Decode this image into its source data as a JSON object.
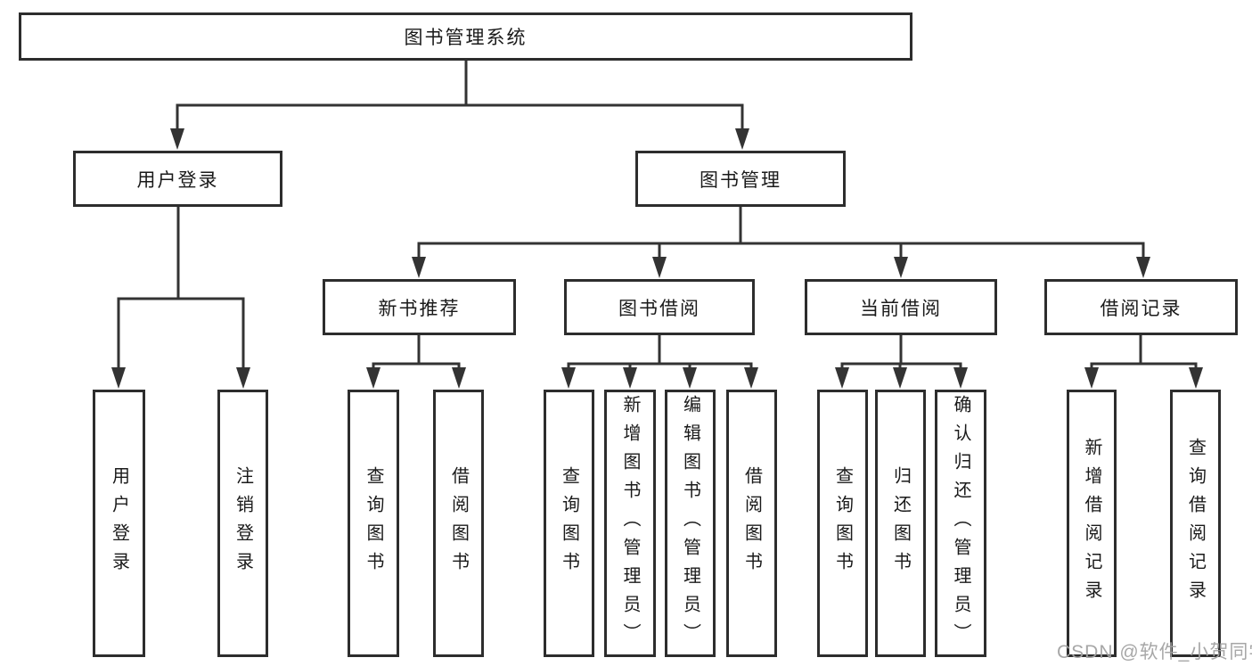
{
  "diagram": {
    "type": "hierarchy-structure-chart",
    "background": "#ffffff",
    "line_color": "#333333",
    "box_border_color": "#2d2d2d",
    "text_color": "#1a1a1a",
    "watermark_color": "#a2a2a2",
    "root": {
      "label": "图书管理系统"
    },
    "level2": [
      {
        "label": "用户登录",
        "parent": "图书管理系统"
      },
      {
        "label": "图书管理",
        "parent": "图书管理系统"
      }
    ],
    "level3": [
      {
        "label": "新书推荐",
        "parent": "图书管理"
      },
      {
        "label": "图书借阅",
        "parent": "图书管理"
      },
      {
        "label": "当前借阅",
        "parent": "图书管理"
      },
      {
        "label": "借阅记录",
        "parent": "图书管理"
      }
    ],
    "leaves": [
      {
        "label": "用户登录",
        "parent": "用户登录"
      },
      {
        "label": "注销登录",
        "parent": "用户登录"
      },
      {
        "label": "查询图书",
        "parent": "新书推荐"
      },
      {
        "label": "借阅图书",
        "parent": "新书推荐"
      },
      {
        "label": "查询图书",
        "parent": "图书借阅"
      },
      {
        "label": "新增图书（管理员）",
        "parent": "图书借阅"
      },
      {
        "label": "编辑图书（管理员）",
        "parent": "图书借阅"
      },
      {
        "label": "借阅图书",
        "parent": "图书借阅"
      },
      {
        "label": "查询图书",
        "parent": "当前借阅"
      },
      {
        "label": "归还图书",
        "parent": "当前借阅"
      },
      {
        "label": "确认归还（管理员）",
        "parent": "当前借阅"
      },
      {
        "label": "新增借阅记录",
        "parent": "借阅记录"
      },
      {
        "label": "查询借阅记录",
        "parent": "借阅记录"
      }
    ],
    "watermark": "CSDN @软件_小贺同学"
  }
}
